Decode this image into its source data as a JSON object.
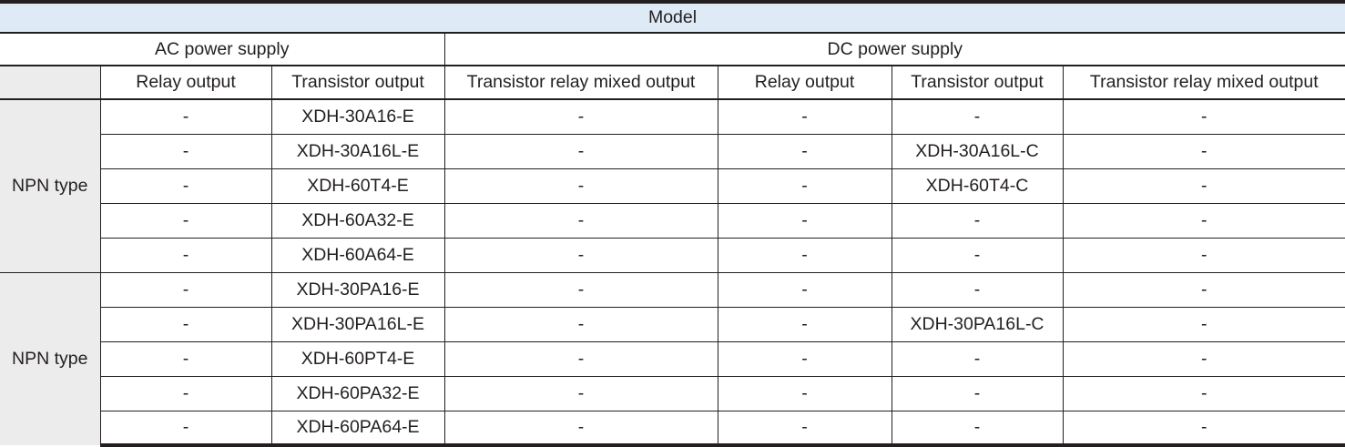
{
  "table": {
    "banner": {
      "label": "Model"
    },
    "supply_groups": [
      {
        "label": "AC power supply",
        "colspan": 3
      },
      {
        "label": "DC power supply",
        "colspan": 3
      }
    ],
    "column_headers": [
      "",
      "Relay output",
      "Transistor output",
      "Transistor relay mixed output",
      "Relay output",
      "Transistor output",
      "Transistor relay mixed output"
    ],
    "empty_dash": "-",
    "row_groups": [
      {
        "label": "NPN type",
        "rows": [
          {
            "cells": [
              "-",
              "XDH-30A16-E",
              "-",
              "-",
              "-",
              "-"
            ],
            "bold": [
              false,
              false,
              true,
              true,
              true,
              true
            ]
          },
          {
            "cells": [
              "-",
              "XDH-30A16L-E",
              "-",
              "-",
              "XDH-30A16L-C",
              "-"
            ],
            "bold": [
              false,
              false,
              false,
              false,
              false,
              false
            ]
          },
          {
            "cells": [
              "-",
              "XDH-60T4-E",
              "-",
              "-",
              "XDH-60T4-C",
              "-"
            ],
            "bold": [
              false,
              false,
              true,
              true,
              false,
              true
            ]
          },
          {
            "cells": [
              "-",
              "XDH-60A32-E",
              "-",
              "-",
              "-",
              "-"
            ],
            "bold": [
              false,
              false,
              false,
              false,
              false,
              false
            ]
          },
          {
            "cells": [
              "-",
              "XDH-60A64-E",
              "-",
              "-",
              "-",
              "-"
            ],
            "bold": [
              false,
              false,
              false,
              false,
              false,
              false
            ]
          }
        ]
      },
      {
        "label": "NPN type",
        "rows": [
          {
            "cells": [
              "-",
              "XDH-30PA16-E",
              "-",
              "-",
              "-",
              "-"
            ],
            "bold": [
              false,
              false,
              false,
              false,
              false,
              false
            ]
          },
          {
            "cells": [
              "-",
              "XDH-30PA16L-E",
              "-",
              "-",
              "XDH-30PA16L-C",
              "-"
            ],
            "bold": [
              false,
              false,
              false,
              false,
              false,
              false
            ]
          },
          {
            "cells": [
              "-",
              "XDH-60PT4-E",
              "-",
              "-",
              "-",
              "-"
            ],
            "bold": [
              false,
              false,
              false,
              false,
              false,
              false
            ]
          },
          {
            "cells": [
              "-",
              "XDH-60PA32-E",
              "-",
              "-",
              "-",
              "-"
            ],
            "bold": [
              false,
              false,
              false,
              false,
              false,
              false
            ]
          },
          {
            "cells": [
              "-",
              "XDH-60PA64-E",
              "-",
              "-",
              "-",
              "-"
            ],
            "bold": [
              false,
              false,
              true,
              true,
              true,
              true
            ]
          }
        ]
      }
    ],
    "colors": {
      "banner_background": "#deebf7",
      "accent_blue": "#0f9ae0",
      "label_background": "#ececec",
      "border": "#231f20",
      "text": "#231f20"
    }
  }
}
